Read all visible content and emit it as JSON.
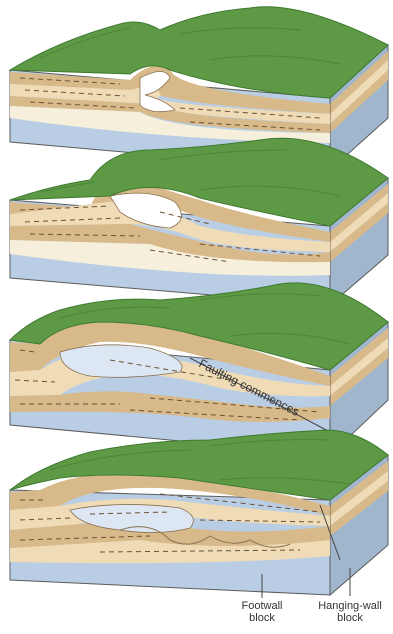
{
  "labels": {
    "fault": "Faulting commences",
    "footwall_line1": "Footwall",
    "footwall_line2": "block",
    "hanging_line1": "Hanging-wall",
    "hanging_line2": "block"
  },
  "colors": {
    "grass": "#5e9a45",
    "grass_dark": "#3e7a30",
    "tan": "#d8b98a",
    "tan_light": "#efdcb7",
    "cream": "#f6efdc",
    "blue": "#b9cee5",
    "blue_light": "#dce7f3",
    "dash": "#6b5136",
    "outline": "#5c5c5c"
  }
}
